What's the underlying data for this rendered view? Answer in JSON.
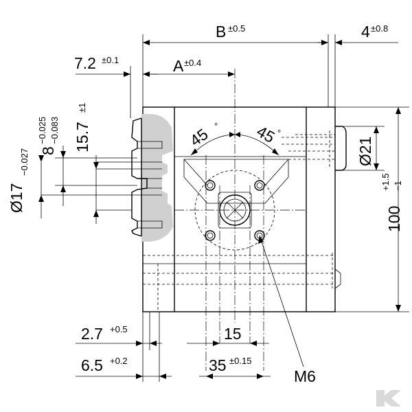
{
  "dimensions": {
    "B": {
      "label": "B",
      "tol": "±0.5"
    },
    "four": {
      "label": "4",
      "tol": "±0.8"
    },
    "seven": {
      "label": "7.2",
      "tol": "±0.1"
    },
    "A": {
      "label": "A",
      "tol": "±0.4"
    },
    "d17": {
      "label": "Ø17",
      "tol": "−0.027"
    },
    "eight": {
      "label": "8",
      "tol_upper": "−0.025",
      "tol_lower": "−0.083"
    },
    "fifteen7": {
      "label": "15.7",
      "tol": "±1"
    },
    "angle_left": {
      "label": "45",
      "unit": "°"
    },
    "angle_right": {
      "label": "45",
      "unit": "°"
    },
    "d21": {
      "label": "Ø21"
    },
    "hundred": {
      "label": "100",
      "tol_upper": "+1.5",
      "tol_lower": "−1"
    },
    "two7": {
      "label": "2.7",
      "tol": "+0.5"
    },
    "fifteen": {
      "label": "15"
    },
    "six5": {
      "label": "6.5",
      "tol": "+0.2"
    },
    "thirtyfive": {
      "label": "35",
      "tol": "±0.15"
    },
    "m6": {
      "label": "M6"
    }
  },
  "logo": {
    "name": "kramp-logo-icon",
    "color": "#d9d9d9"
  }
}
